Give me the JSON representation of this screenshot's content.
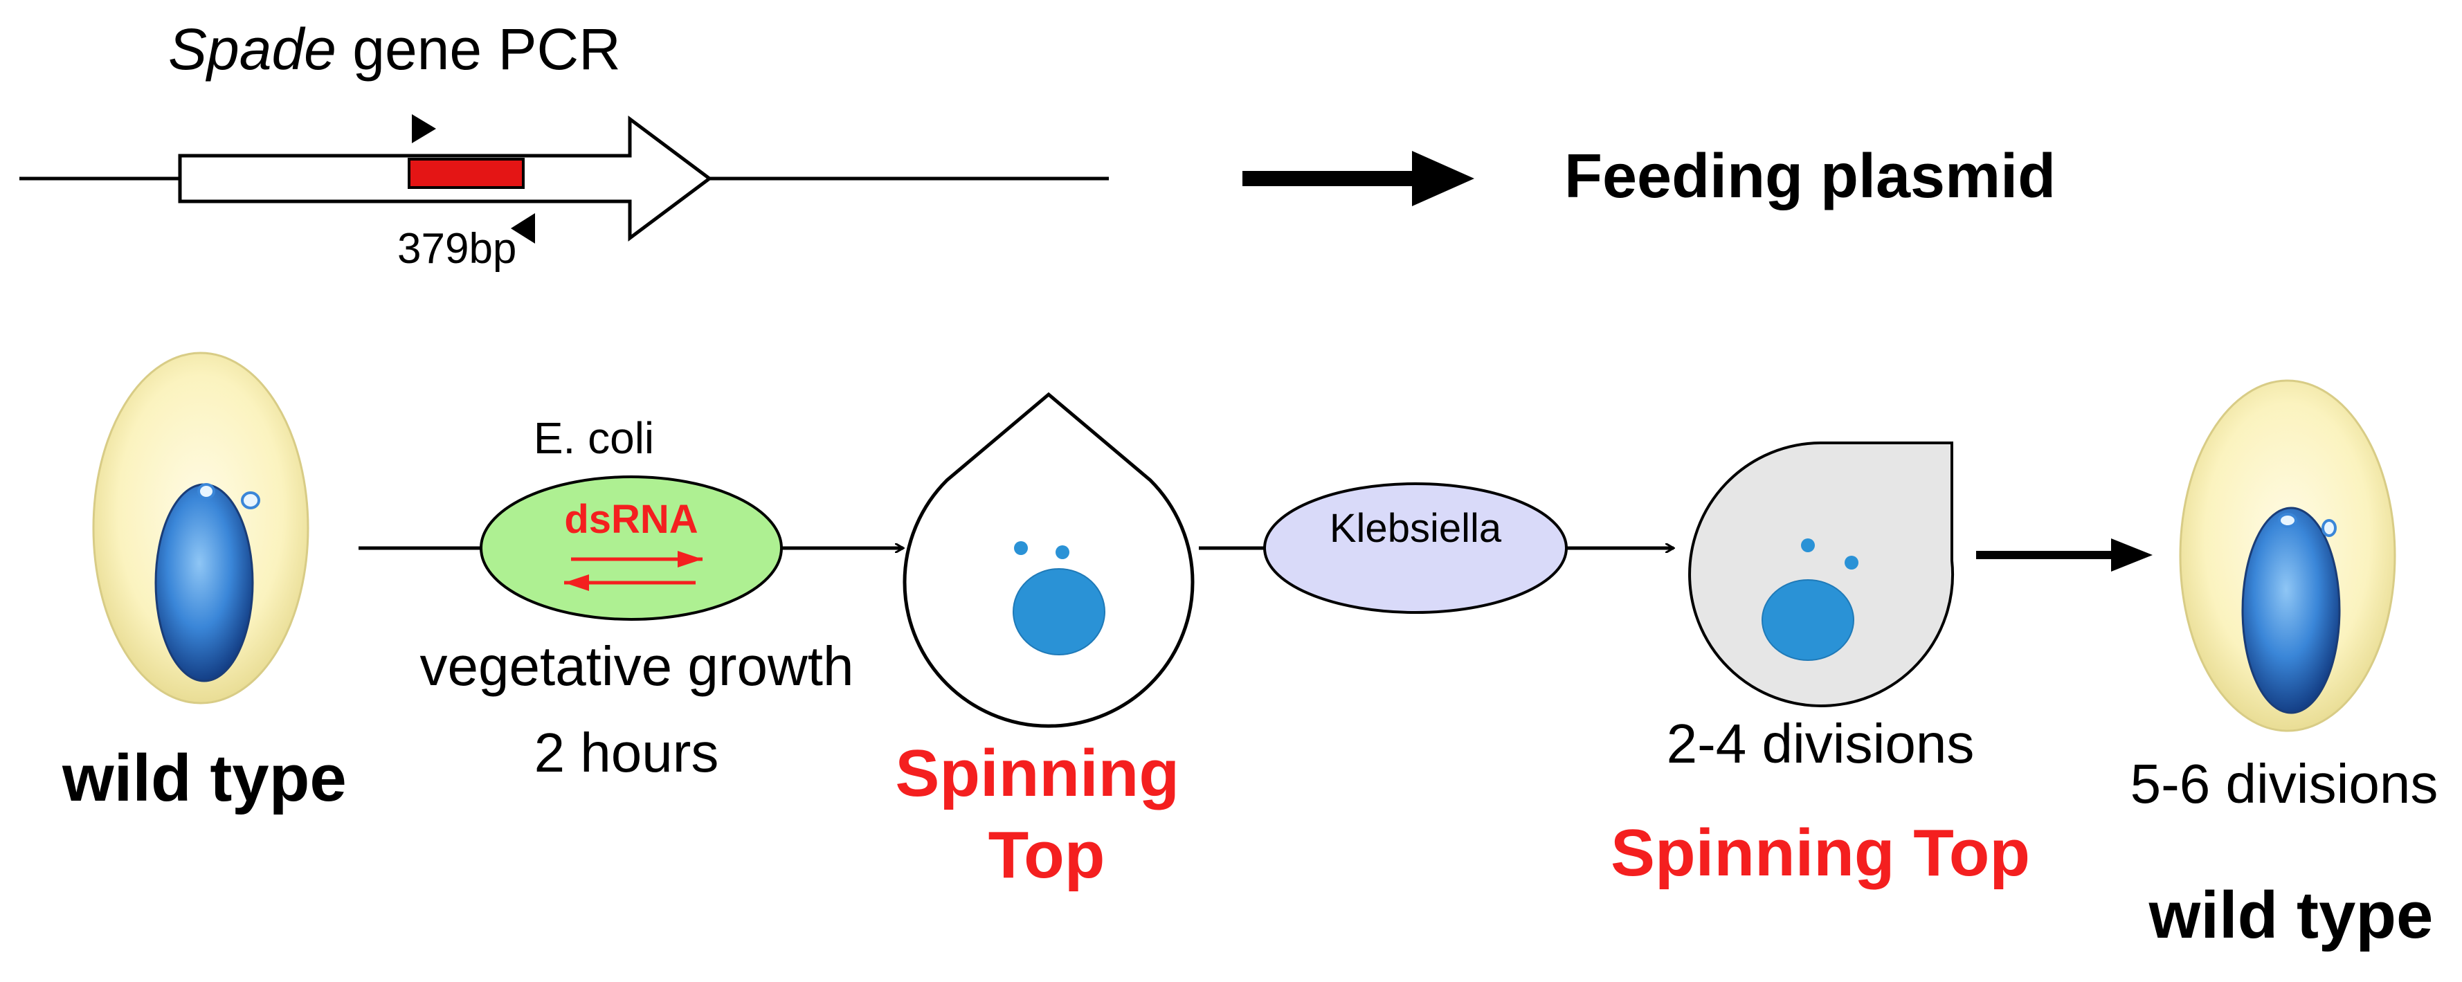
{
  "gene": {
    "gene_name": "Spade",
    "title_rest": " gene PCR",
    "product_size": "379bp"
  },
  "plasmid": {
    "label": "Feeding plasmid"
  },
  "left_cell": {
    "label": "wild type"
  },
  "ecoli": {
    "name": "E. coli",
    "dsrna_label": "dsRNA",
    "condition": "vegetative growth",
    "duration": "2 hours"
  },
  "spinning_top_1": {
    "label_line1": "Spinning",
    "label_line2": "Top"
  },
  "klebsiella": {
    "name": "Klebsiella"
  },
  "spinning_top_2": {
    "divisions": "2-4 divisions",
    "label": "Spinning Top"
  },
  "right_cell": {
    "divisions": "5-6 divisions",
    "label": "wild type"
  },
  "colors": {
    "phenotype_text": "#f41f1f",
    "pcr_product": "#e41515",
    "cell_body": "#fbf3bf",
    "nucleus": "#3a86d8",
    "ecoli_fill": "#aef092",
    "klebsiella_fill": "#d9daf9",
    "spinning_top_fill": "#e6e6e6",
    "nucleus_spinning": "#2a92d6"
  }
}
